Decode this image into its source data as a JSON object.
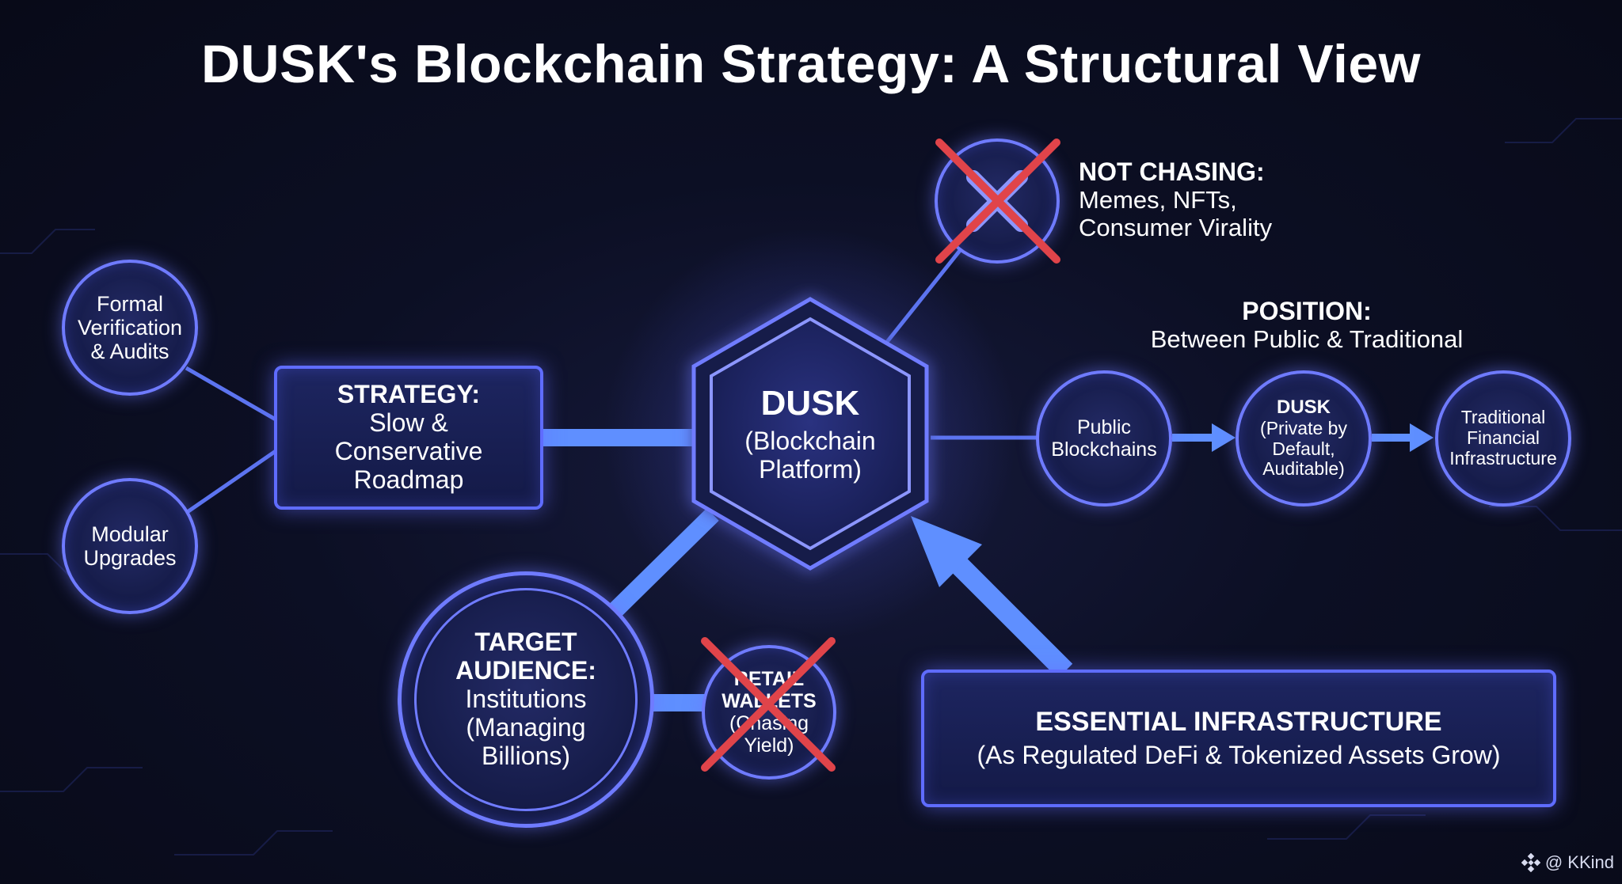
{
  "title": "DUSK's Blockchain Strategy: A Structural View",
  "colors": {
    "accent": "#6f7bff",
    "line": "#5f8bff",
    "cross": "#e0444a",
    "background": "#0c0f24"
  },
  "center": {
    "name": "DUSK",
    "subtitle_line1": "(Blockchain",
    "subtitle_line2": "Platform)"
  },
  "strategy": {
    "heading": "STRATEGY:",
    "line1": "Slow &",
    "line2": "Conservative",
    "line3": "Roadmap"
  },
  "formal": {
    "line1": "Formal",
    "line2": "Verification",
    "line3": "& Audits"
  },
  "modular": {
    "line1": "Modular",
    "line2": "Upgrades"
  },
  "not_chasing": {
    "heading": "NOT CHASING:",
    "line1": "Memes, NFTs,",
    "line2": "Consumer Virality"
  },
  "position": {
    "heading": "POSITION:",
    "subtitle": "Between Public & Traditional",
    "public": {
      "line1": "Public",
      "line2": "Blockchains"
    },
    "dusk": {
      "line1": "DUSK",
      "line2": "(Private by",
      "line3": "Default,",
      "line4": "Auditable)"
    },
    "traditional": {
      "line1": "Traditional",
      "line2": "Financial",
      "line3": "Infrastructure"
    }
  },
  "target": {
    "line1": "TARGET",
    "line2": "AUDIENCE:",
    "line3": "Institutions",
    "line4": "(Managing",
    "line5": "Billions)"
  },
  "retail": {
    "line1": "RETAIL",
    "line2": "WALLETS",
    "line3": "(Chasing",
    "line4": "Yield)"
  },
  "essential": {
    "heading": "ESSENTIAL INFRASTRUCTURE",
    "subtitle": "(As Regulated DeFi & Tokenized Assets Grow)"
  },
  "watermark": {
    "text": "@ KKind",
    "icon": "binance-logo-icon"
  }
}
